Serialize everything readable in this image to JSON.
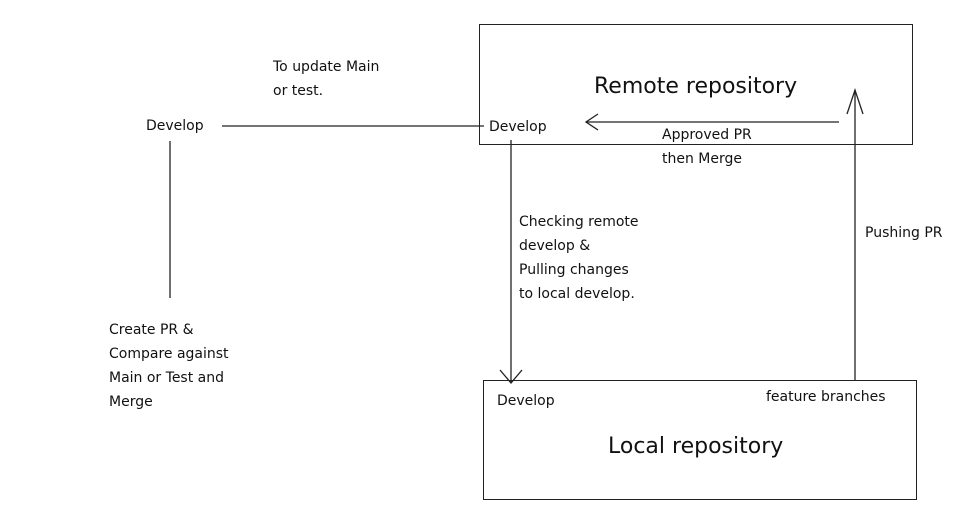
{
  "remote_repository": {
    "title": "Remote repository",
    "branch_label": "Develop",
    "merge_note": "Approved PR\nthen Merge"
  },
  "local_repository": {
    "title": "Local repository",
    "branch_label": "Develop",
    "feature_label": "feature branches"
  },
  "pull_note": "Checking remote\ndevelop &\nPulling changes\nto local develop.",
  "push_note": "Pushing PR",
  "external_develop": {
    "label": "Develop",
    "update_note": "To update Main\nor test.",
    "pr_note": "Create PR &\nCompare against\nMain or Test and\nMerge"
  },
  "colors": {
    "line": "#222222",
    "text": "#111111"
  }
}
